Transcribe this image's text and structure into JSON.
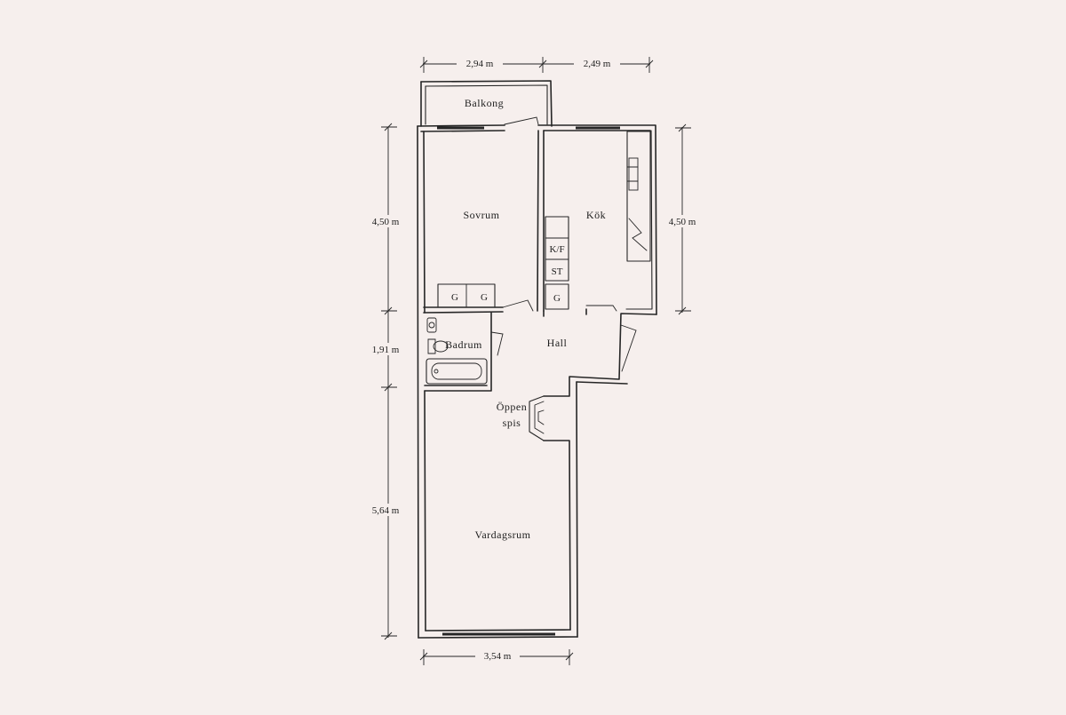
{
  "rooms": {
    "balcony": "Balkong",
    "bedroom": "Sovrum",
    "kitchen": "Kök",
    "hall": "Hall",
    "bathroom": "Badrum",
    "fireplace_line1": "Öppen",
    "fireplace_line2": "spis",
    "living": "Vardagsrum"
  },
  "fixtures": {
    "wardrobe": "G",
    "fridge_freezer": "K/F",
    "cleaning_closet": "ST"
  },
  "dimensions": {
    "top_left": "2,94 m",
    "top_right": "2,49 m",
    "left_bedroom": "4,50 m",
    "left_bathroom": "1,91 m",
    "left_living": "5,64 m",
    "right_kitchen": "4,50 m",
    "bottom": "3,54 m"
  },
  "colors": {
    "background": "#f6efed",
    "ink": "#262626"
  }
}
